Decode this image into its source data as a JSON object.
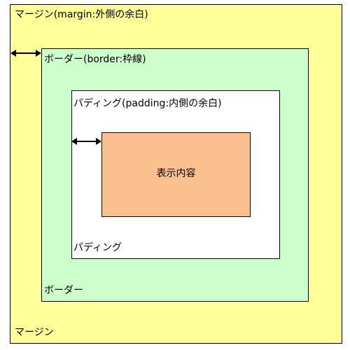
{
  "margin": {
    "label_top": "マージン(margin:外側の余白)",
    "label_bottom": "マージン",
    "color": "#ffff99"
  },
  "border": {
    "label_top": "ボーダー(border:枠線)",
    "label_bottom": "ボーダー",
    "color": "#ccffcc"
  },
  "padding": {
    "label_top": "パディング(padding:内側の余白)",
    "label_bottom": "パディング",
    "color": "#ffffff"
  },
  "content": {
    "label": "表示内容",
    "color": "#fac090"
  },
  "icons": {
    "margin_arrow": "double-headed-arrow-icon",
    "padding_arrow": "double-headed-arrow-icon"
  }
}
